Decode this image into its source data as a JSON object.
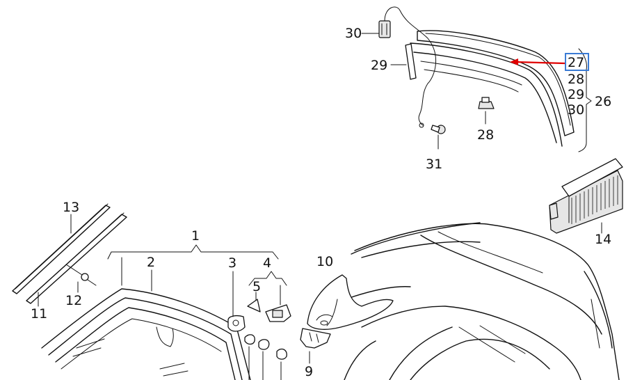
{
  "callouts": {
    "c1": "1",
    "c2": "2",
    "c3": "3",
    "c4": "4",
    "c5": "5",
    "c9": "9",
    "c10": "10",
    "c11": "11",
    "c12": "12",
    "c13": "13",
    "c14": "14",
    "c26": "26",
    "c27": "27",
    "c28a": "28",
    "c28b": "28",
    "c29a": "29",
    "c29b": "29",
    "c30a": "30",
    "c30b": "30",
    "c31": "31"
  },
  "highlight": {
    "target": "27",
    "box_color": "#3a7bd5",
    "arrow_color": "#e00000"
  }
}
